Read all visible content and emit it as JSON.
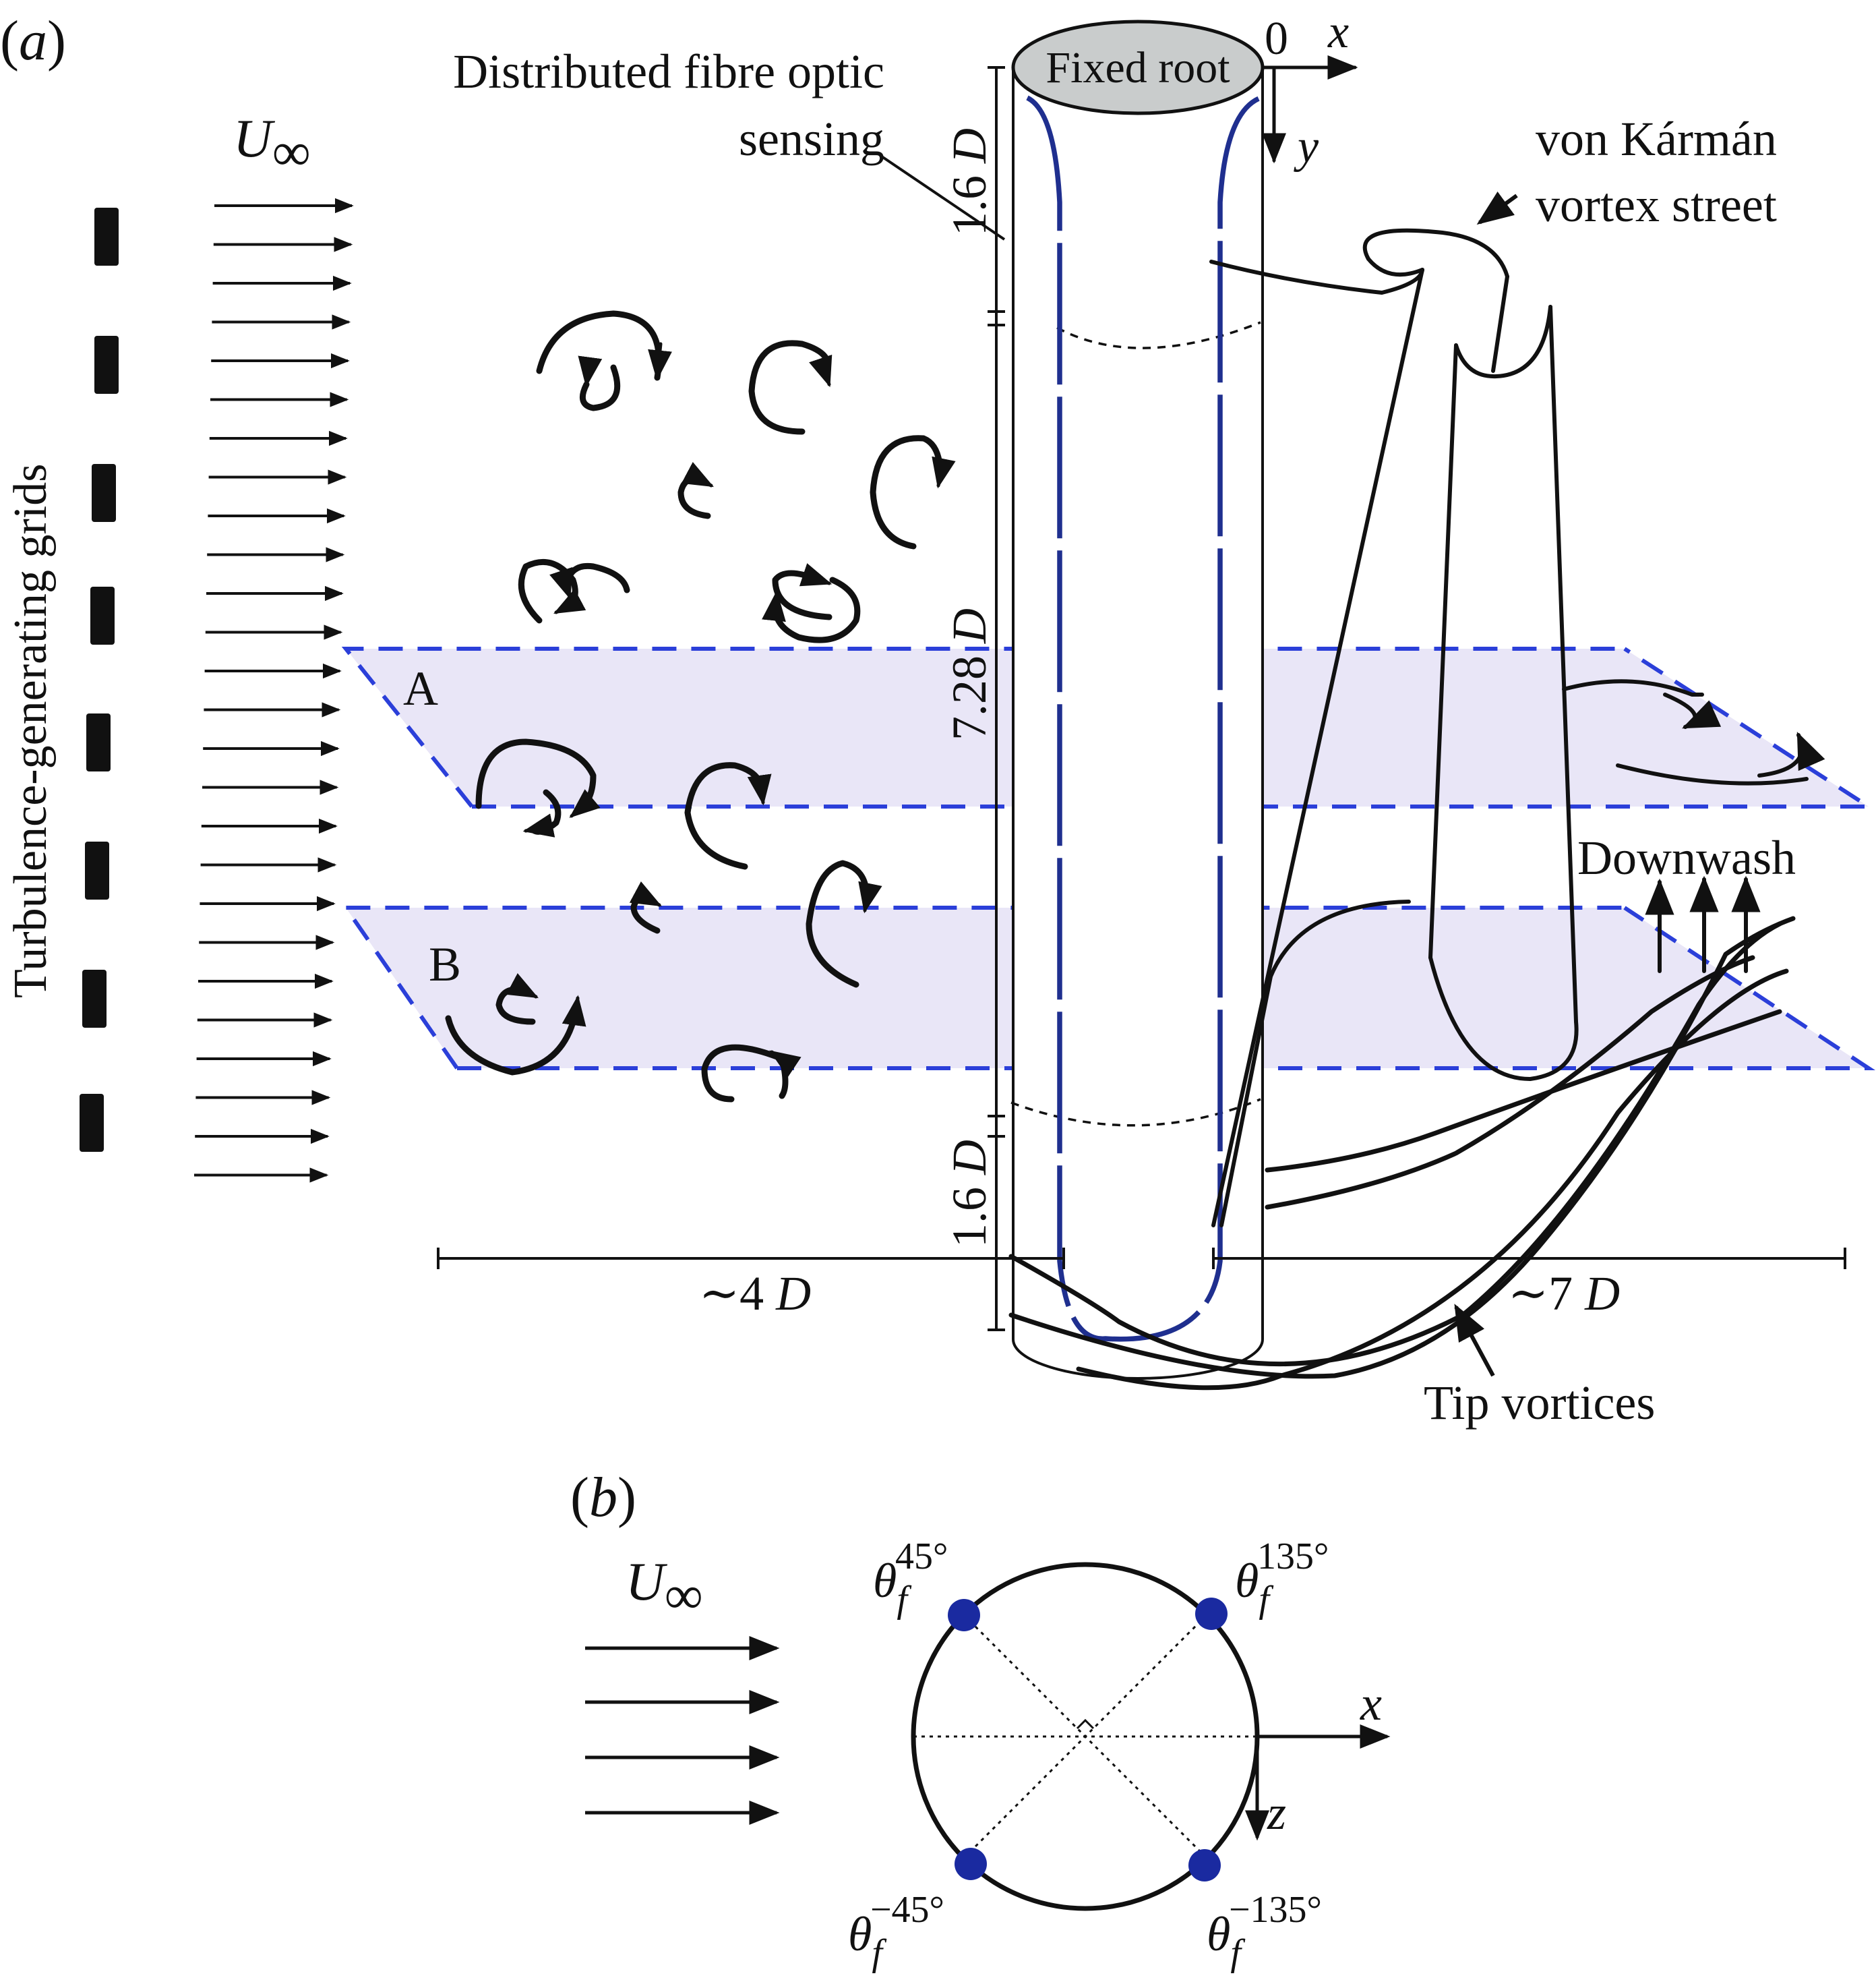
{
  "panel_a": {
    "label_open": "(",
    "label_letter": "a",
    "label_close": ")",
    "grids_label": "Turbulence-generating grids",
    "freestream": {
      "U": "U",
      "inf": "∞"
    },
    "fibre_label_line1": "Distributed fibre optic",
    "fibre_label_line2": "sensing",
    "root_label": "Fixed root",
    "axis_origin": "0",
    "axis_x": "x",
    "axis_y": "y",
    "karman_line1": "von Kármán",
    "karman_line2": "vortex street",
    "plane_a": "A",
    "plane_b": "B",
    "dim_top": {
      "value": "1.6 ",
      "unit": "D"
    },
    "dim_mid": {
      "value": "7.28 ",
      "unit": "D"
    },
    "dim_bottom": {
      "value": "1.6 ",
      "unit": "D"
    },
    "dim_upstream": {
      "value": "∼4 ",
      "unit": "D"
    },
    "dim_downstream": {
      "value": "∼7 ",
      "unit": "D"
    },
    "downwash_label": "Downwash",
    "tip_vortices_label": "Tip vortices"
  },
  "panel_b": {
    "label_open": "(",
    "label_letter": "b",
    "label_close": ")",
    "freestream": {
      "U": "U",
      "inf": "∞"
    },
    "axis_x": "x",
    "axis_z": "z",
    "sensors": [
      {
        "theta": "θ",
        "sub": "f",
        "sup": "45°"
      },
      {
        "theta": "θ",
        "sub": "f",
        "sup": "135°"
      },
      {
        "theta": "θ",
        "sub": "f",
        "sup": "−45°"
      },
      {
        "theta": "θ",
        "sub": "f",
        "sup": "−135°"
      }
    ]
  },
  "colors": {
    "ink": "#111111",
    "fibre_blue": "#1f2f8f",
    "plane_dash": "#2b3fd9",
    "plane_fill": "#e9e6f7",
    "root_fill": "#c9cccc",
    "sensor_dot": "#1a2aa0"
  }
}
